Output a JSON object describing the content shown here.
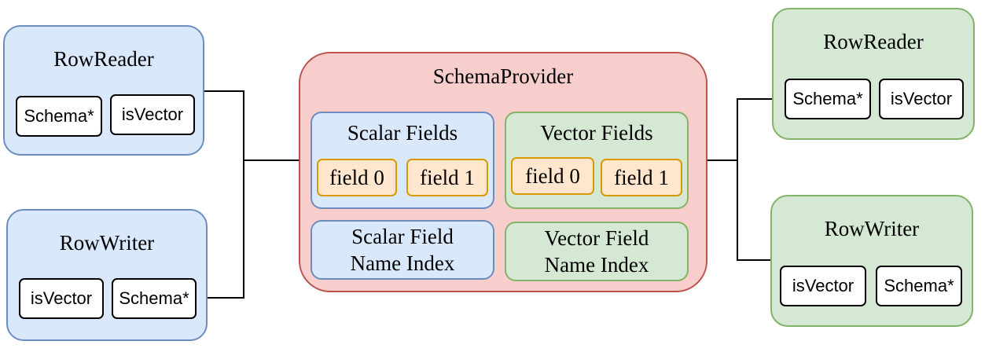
{
  "left_reader": {
    "title": "RowReader",
    "schema": "Schema*",
    "is_vector": "isVector"
  },
  "left_writer": {
    "title": "RowWriter",
    "is_vector": "isVector",
    "schema": "Schema*"
  },
  "provider": {
    "title": "SchemaProvider",
    "scalar_fields": {
      "title": "Scalar Fields",
      "field0": "field 0",
      "field1": "field 1"
    },
    "vector_fields": {
      "title": "Vector Fields",
      "field0": "field 0",
      "field1": "field 1"
    },
    "scalar_index": {
      "line1": "Scalar Field",
      "line2": "Name Index"
    },
    "vector_index": {
      "line1": "Vector Field",
      "line2": "Name Index"
    }
  },
  "right_reader": {
    "title": "RowReader",
    "schema": "Schema*",
    "is_vector": "isVector"
  },
  "right_writer": {
    "title": "RowWriter",
    "is_vector": "isVector",
    "schema": "Schema*"
  },
  "colors": {
    "blue_fill": "#dae8fc",
    "blue_stroke": "#6c8ebf",
    "green_fill": "#d5e8d4",
    "green_stroke": "#82b366",
    "red_fill": "#f8cecc",
    "red_stroke": "#b85450",
    "field_fill": "#ffe6cc",
    "field_stroke": "#d79b00"
  }
}
